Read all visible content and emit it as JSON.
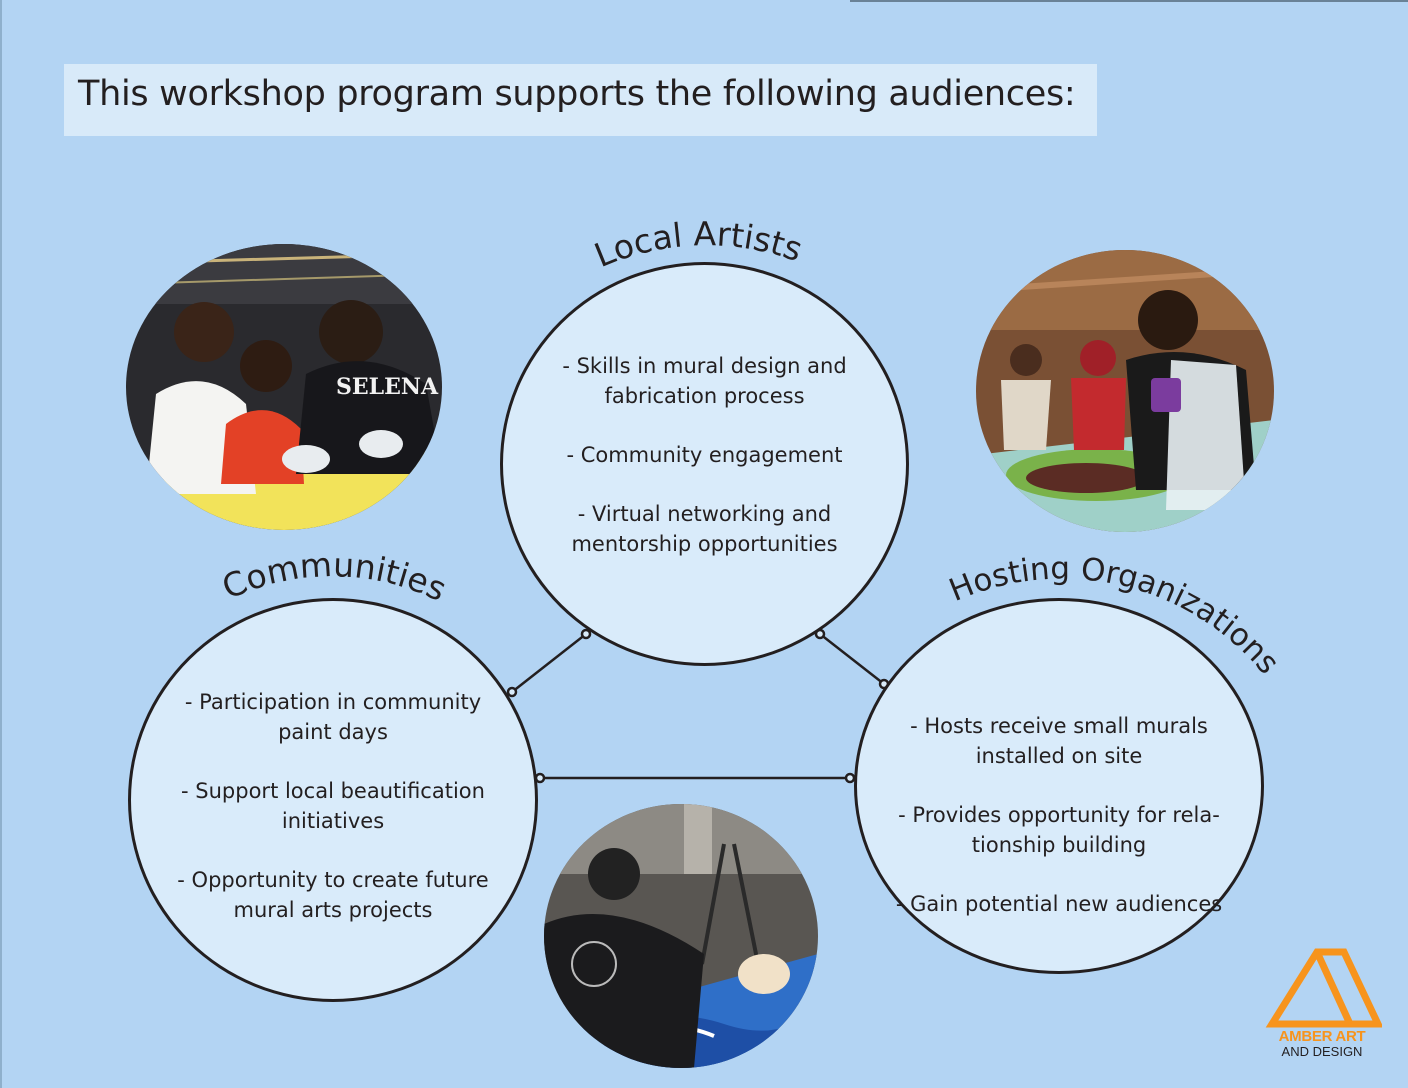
{
  "header": {
    "title": "This workshop program supports the following audiences:"
  },
  "local_artists": {
    "title": "Local Artists",
    "items": [
      [
        "- Skills in mural design and",
        "fabrication process"
      ],
      [
        "- Community engagement"
      ],
      [
        "- Virtual networking and",
        "mentorship opportunities"
      ]
    ]
  },
  "communities": {
    "title": "Communities",
    "items": [
      [
        "- Participation in community",
        "paint days"
      ],
      [
        "- Support local beautification",
        "initiatives"
      ],
      [
        "- Opportunity to create future",
        "mural arts projects"
      ]
    ]
  },
  "hosting": {
    "title": "Hosting Organizations",
    "items": [
      [
        "-  Hosts receive small murals",
        "installed on site"
      ],
      [
        "-  Provides opportunity for rela-",
        "tionship building"
      ],
      [
        "- Gain potential new audiences"
      ]
    ]
  },
  "logo": {
    "line1": "AMBER ART",
    "line2": "AND DESIGN"
  },
  "colors": {
    "background": "#b3d4f3",
    "circle_fill": "#d9ebfa",
    "outline": "#231f20",
    "logo_orange": "#f7941d"
  }
}
